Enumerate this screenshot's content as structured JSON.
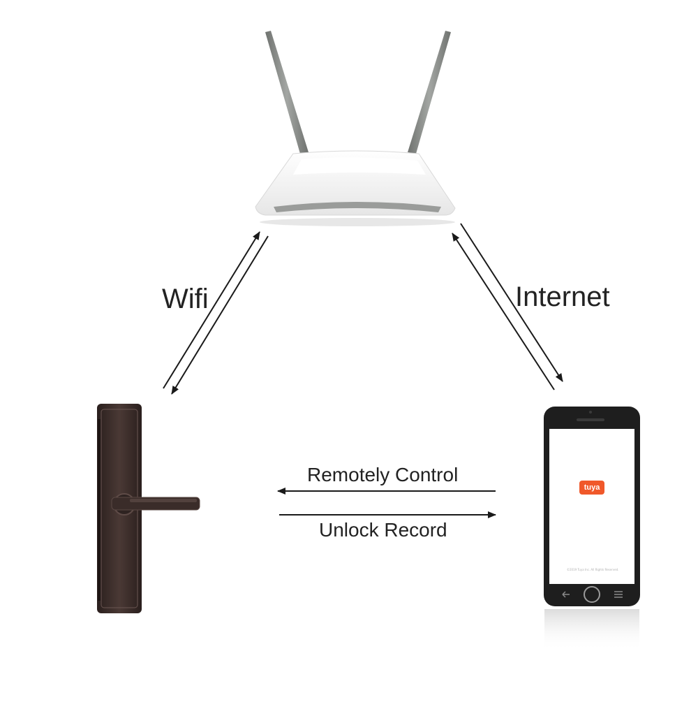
{
  "labels": {
    "wifi": "Wifi",
    "internet": "Internet",
    "remote_control": "Remotely Control",
    "unlock_record": "Unlock Record"
  },
  "phone": {
    "brand": "tuya",
    "copyright": "©2019 Tuya Inc. All Rights Reserved."
  },
  "devices": [
    "router-image",
    "door-lock-image",
    "smartphone-image"
  ],
  "colors": {
    "arrow": "#1a1a1a",
    "label": "#222222",
    "brand": "#f0582a",
    "lock_body": "#3d2e2b",
    "router_body": "#f4f4f4",
    "antenna": "#8a8d8a"
  }
}
